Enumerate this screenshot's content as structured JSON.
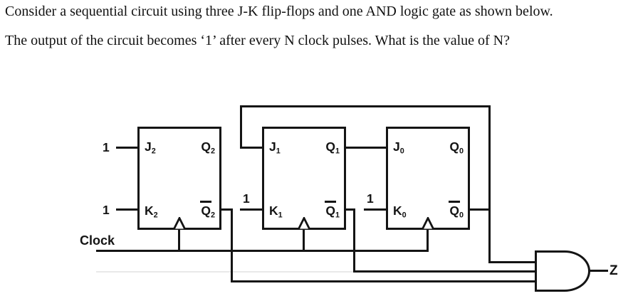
{
  "question": {
    "line1": "Consider a sequential circuit using three J-K flip-flops and one AND logic gate as shown below.",
    "line2": "The output of the circuit becomes ‘1’ after every N clock pulses. What is the value of N?"
  },
  "circuit": {
    "clock_label": "Clock",
    "const_inputs": {
      "j2": "1",
      "k2": "1",
      "k1": "1",
      "k0": "1"
    },
    "flipflops": [
      {
        "name": "FF2",
        "j_base": "J",
        "j_sub": "2",
        "k_base": "K",
        "k_sub": "2",
        "q_base": "Q",
        "q_sub": "2",
        "qbar_base": "Q",
        "qbar_sub": "2"
      },
      {
        "name": "FF1",
        "j_base": "J",
        "j_sub": "1",
        "k_base": "K",
        "k_sub": "1",
        "q_base": "Q",
        "q_sub": "1",
        "qbar_base": "Q",
        "qbar_sub": "1"
      },
      {
        "name": "FF0",
        "j_base": "J",
        "j_sub": "0",
        "k_base": "K",
        "k_sub": "0",
        "q_base": "Q",
        "q_sub": "0",
        "qbar_base": "Q",
        "qbar_sub": "0"
      }
    ],
    "gate": {
      "type": "AND",
      "num_inputs": 3,
      "output": "Z"
    }
  }
}
